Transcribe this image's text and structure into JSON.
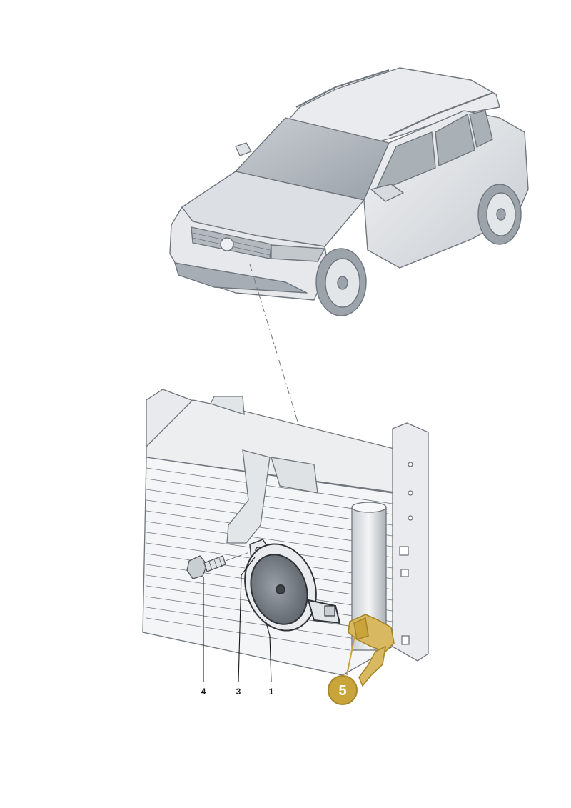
{
  "callouts": [
    {
      "id": "4",
      "label": "4"
    },
    {
      "id": "3",
      "label": "3"
    },
    {
      "id": "1",
      "label": "1"
    }
  ],
  "highlight": {
    "label": "5",
    "color": "#c9a43a"
  },
  "colors": {
    "line": "#6f767d",
    "body_light": "#eef0f2",
    "body_mid": "#c9ced3",
    "body_dark": "#8f969d",
    "glass": "#b9bfc5",
    "horn": "#7a8086",
    "highlight_fill": "#d8b860",
    "highlight_edge": "#a8862a"
  }
}
